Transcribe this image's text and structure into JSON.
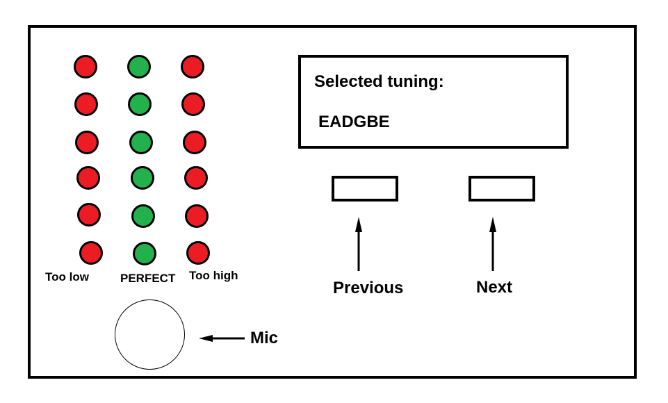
{
  "leds": {
    "columns": [
      {
        "id": "too-low",
        "color": "#ec1c24",
        "count": 6
      },
      {
        "id": "perfect",
        "color": "#22b14c",
        "count": 6
      },
      {
        "id": "too-high",
        "color": "#ec1c24",
        "count": 6
      }
    ]
  },
  "labels": {
    "too_low": "Too low",
    "perfect": "PERFECT",
    "too_high": "Too high"
  },
  "display": {
    "title": "Selected tuning:",
    "value": "EADGBE"
  },
  "buttons": {
    "previous_label": "Previous",
    "next_label": "Next"
  },
  "mic": {
    "label": "Mic"
  }
}
